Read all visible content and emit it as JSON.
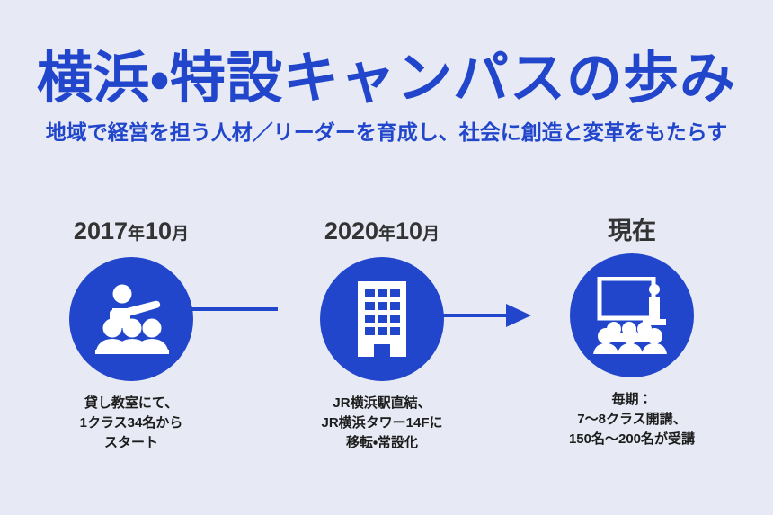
{
  "header": {
    "title": "横浜・特設キャンパスの歩み",
    "subtitle": "地域で経営を担う人材／リーダーを育成し、社会に創造と変革をもたらす"
  },
  "colors": {
    "background": "#e7eaf4",
    "brand_blue": "#2146cc",
    "title_blue": "#2146cc",
    "date_text": "#333333",
    "caption_text": "#1c1c1c",
    "icon_fill": "#ffffff"
  },
  "timeline": {
    "steps": [
      {
        "date_value": "2017",
        "date_unit_year": "年",
        "date_month": "10",
        "date_unit_month": "月",
        "date_full": "2017年10月",
        "icon": "classroom-instructor-icon",
        "caption_lines": [
          "貸し教室にて、",
          "1クラス34名から",
          "スタート"
        ]
      },
      {
        "date_value": "2020",
        "date_unit_year": "年",
        "date_month": "10",
        "date_unit_month": "月",
        "date_full": "2020年10月",
        "icon": "office-building-icon",
        "caption_lines": [
          "JR横浜駅直結、",
          "JR横浜タワー14Fに",
          "移転・常設化"
        ]
      },
      {
        "date_value": "現在",
        "date_unit_year": "",
        "date_month": "",
        "date_unit_month": "",
        "date_full": "現在",
        "icon": "lecture-hall-audience-icon",
        "caption_lines": [
          "毎期：",
          "7〜8クラス開講、",
          "150名〜200名が受講"
        ]
      }
    ],
    "connectors": [
      {
        "name": "connector-line",
        "arrow": false
      },
      {
        "name": "connector-arrow",
        "arrow": true
      }
    ]
  }
}
